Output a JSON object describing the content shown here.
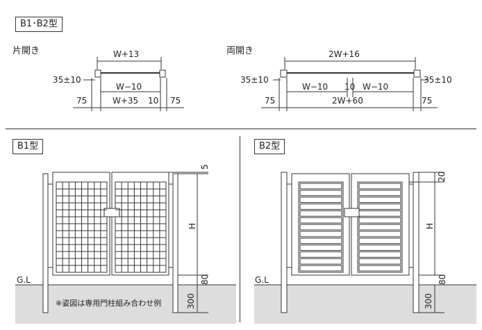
{
  "header": {
    "title": "B1･B2型"
  },
  "plans": {
    "single": {
      "label": "片開き",
      "dims": {
        "top": "W+13",
        "left_offset": "35±10",
        "inner": "W−10",
        "inner_gap": "10",
        "outer": "W+35",
        "left_margin": "75",
        "right_margin": "75"
      }
    },
    "double": {
      "label": "両開き",
      "dims": {
        "top": "2W+16",
        "left_offset": "35±10",
        "right_offset": "35±10",
        "inner_left": "W−10",
        "center_gap": "10",
        "inner_right": "W−10",
        "outer": "2W+60",
        "left_margin": "75",
        "right_margin": "75"
      }
    }
  },
  "b1": {
    "title": "B1型",
    "ground": "G.L",
    "dim_top": "5",
    "dim_height": "H",
    "dim_bottom": "80",
    "dim_depth": "300",
    "note": "※姿図は専用門柱組み合わせ例"
  },
  "b2": {
    "title": "B2型",
    "ground": "G.L",
    "dim_top": "20",
    "dim_height": "H",
    "dim_bottom": "80",
    "dim_depth": "300"
  }
}
